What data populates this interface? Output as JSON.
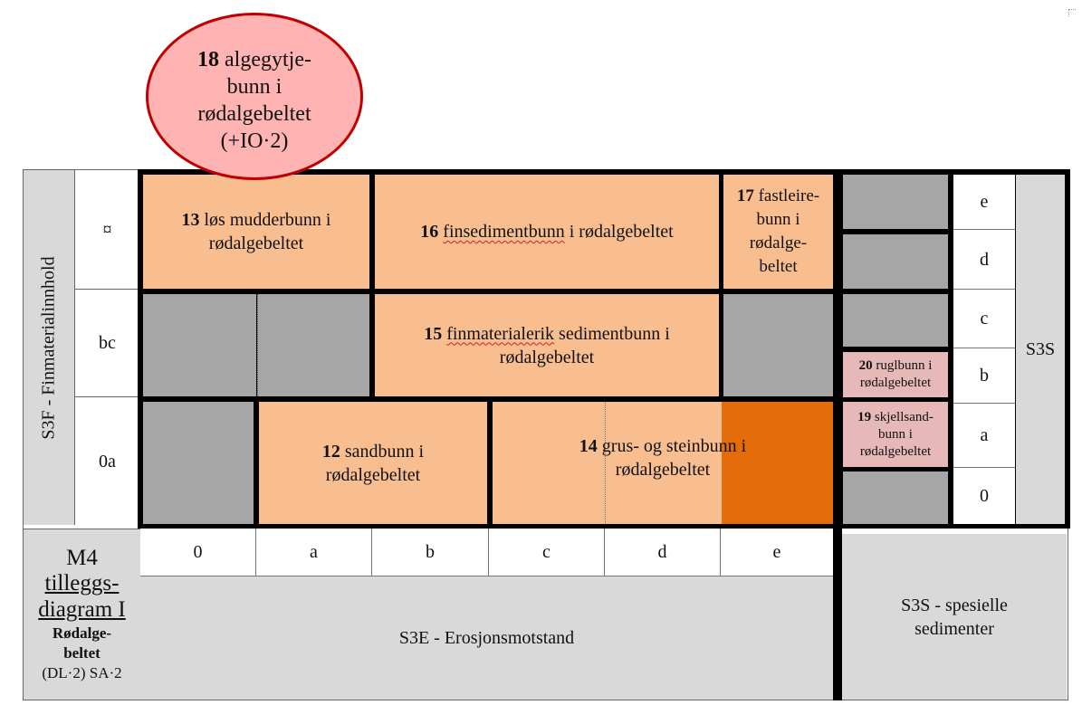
{
  "top_note": {
    "num": "18",
    "line1": "algegytje-",
    "line2": "bunn i",
    "line3": "rødalgebeltet",
    "line4": "(+IO·2)"
  },
  "left_axis": {
    "label": "S3F - Finmaterialinnhold",
    "rows": [
      "¤",
      "bc",
      "0a"
    ]
  },
  "right_axis": {
    "label": "S3S",
    "rows": [
      "e",
      "d",
      "c",
      "b",
      "a",
      "0"
    ]
  },
  "cells": {
    "c13": {
      "num": "13",
      "text1": "løs mudderbunn i",
      "text2": "rødalgebeltet"
    },
    "c16": {
      "num": "16",
      "word": "finsedimentbunn",
      "rest": "i rødalgebeltet"
    },
    "c17": {
      "num": "17",
      "l1": "fastleire-",
      "l2": "bunn i",
      "l3": "rødalge-",
      "l4": "beltet"
    },
    "c15": {
      "num": "15",
      "word": "finmaterialerik",
      "rest": "sedimentbunn i",
      "l2": "rødalgebeltet"
    },
    "c12": {
      "num": "12",
      "l1": "sandbunn i",
      "l2": "rødalgebeltet"
    },
    "c14": {
      "num": "14",
      "l1": "grus- og steinbunn i",
      "l2": "rødalgebeltet"
    },
    "c20": {
      "num": "20",
      "l1": "ruglbunn i",
      "l2": "rødalgebeltet"
    },
    "c19": {
      "num": "19",
      "l1": "skjellsand-",
      "l2": "bunn i",
      "l3": "rødalgebeltet"
    }
  },
  "bottom_axis": {
    "cols": [
      "0",
      "a",
      "b",
      "c",
      "d",
      "e"
    ],
    "label": "S3E - Erosjonsmotstand"
  },
  "corner": {
    "m4": "M4",
    "l2": "tilleggs-",
    "l3": "diagram I",
    "l4": "Rødalge-",
    "l5": "beltet",
    "l6": "(DL·2) SA·2"
  },
  "bottom_right": {
    "l1": "S3S - spesielle",
    "l2": "sedimenter"
  },
  "colors": {
    "peach": "#f8be90",
    "orange": "#e46c0a",
    "pink": "#e6b9b8",
    "gray": "#a6a6a6",
    "light_gray": "#d9d9d9",
    "ellipse_fill": "#ffb3b3",
    "ellipse_border": "#c00000"
  }
}
